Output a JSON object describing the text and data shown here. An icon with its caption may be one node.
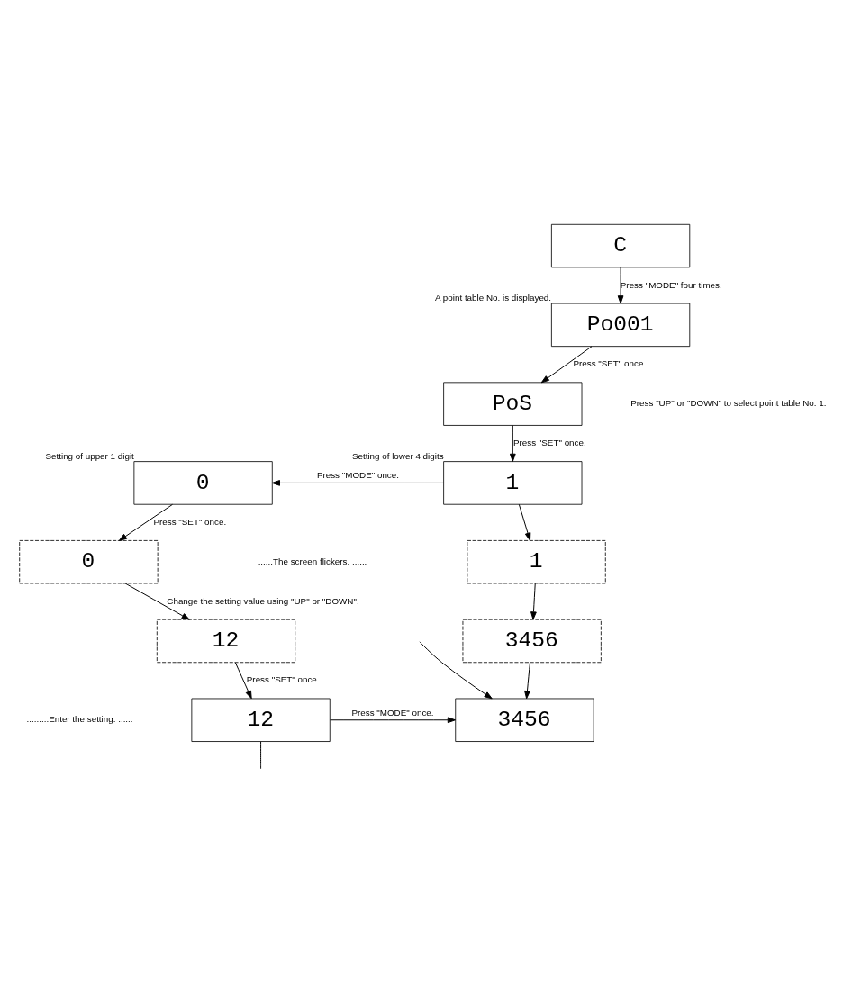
{
  "diagram": {
    "nodes": [
      {
        "text": [
          "C"
        ]
      },
      {
        "text": [
          "Po001"
        ],
        "beside": [
          "A point table No. is displayed."
        ]
      },
      {
        "text": [
          "PoS"
        ]
      },
      {
        "text": [
          "0"
        ],
        "beside": [
          "Setting of upper 1 digit"
        ]
      },
      {
        "text": [
          "1"
        ],
        "beside": [
          "Setting of lower 4 digits"
        ]
      },
      {
        "text": [
          "0"
        ]
      },
      {
        "text": [
          "1"
        ]
      },
      {
        "text": [
          "12"
        ]
      },
      {
        "text": [
          "3456"
        ]
      },
      {
        "text": [
          "12"
        ]
      },
      {
        "text": [
          "3456"
        ]
      }
    ],
    "edges": [
      {
        "from": 0,
        "to": 1,
        "arrow": "to",
        "label": "Press \"MODE\" four times."
      },
      {
        "from": 1,
        "to": 2,
        "arrow": "to",
        "label": "Press \"SET\" once."
      },
      {
        "from": 2,
        "to": 4,
        "arrow": "to",
        "label": "Press \"SET\" once."
      },
      {
        "from": 4,
        "to": 3,
        "arrow": "to",
        "label": "Press \"MODE\" once."
      },
      {
        "from": 3,
        "to": 5,
        "arrow": "to",
        "label": "Press \"SET\" once."
      },
      {
        "from": 4,
        "to": 6,
        "arrow": "to"
      },
      {
        "from": 5,
        "to": 7,
        "arrow": "to",
        "label": "Change the setting value using \"UP\" or \"DOWN\"."
      },
      {
        "from": 6,
        "to": 8,
        "arrow": "to"
      },
      {
        "from": 7,
        "to": 9,
        "arrow": "to",
        "label": "Press \"SET\" once."
      },
      {
        "from": 8,
        "to": 10,
        "arrow": "to"
      },
      {
        "from": 9,
        "to": 10,
        "arrow": "to",
        "label": "Press \"MODE\" once."
      },
      {
        "from": 9,
        "to": null,
        "arrow": "none"
      },
      {
        "from": null,
        "to": 10,
        "arrow": "to"
      }
    ],
    "labels": [
      "Press \"UP\" or \"DOWN\" to select point table No. 1.",
      "......The screen flickers. ......",
      ".........Enter the setting. ......"
    ]
  }
}
